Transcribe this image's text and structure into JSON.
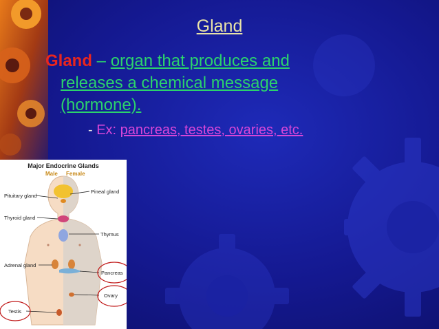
{
  "slide": {
    "title": "Gland",
    "definition": {
      "term": "Gland",
      "dash": " – ",
      "line1": "organ that produces and",
      "line2": "releases a chemical message",
      "line3": "(hormone)."
    },
    "example": {
      "dash": "- ",
      "prefix": "Ex: ",
      "list": "pancreas, testes, ovaries, etc."
    }
  },
  "diagram": {
    "title": "Major Endocrine Glands",
    "male": "Male",
    "female": "Female",
    "labels": {
      "pituitary": "Pituitary gland",
      "pineal": "Pineal gland",
      "thyroid": "Thyroid gland",
      "thymus": "Thymus",
      "adrenal": "Adrenal gland",
      "pancreas": "Pancreas",
      "ovary": "Ovary",
      "testis": "Testis"
    }
  },
  "colors": {
    "background": "#14188f",
    "title": "#e9e3a8",
    "term": "#e8261f",
    "definition": "#2bd36c",
    "example": "#d746d8"
  }
}
